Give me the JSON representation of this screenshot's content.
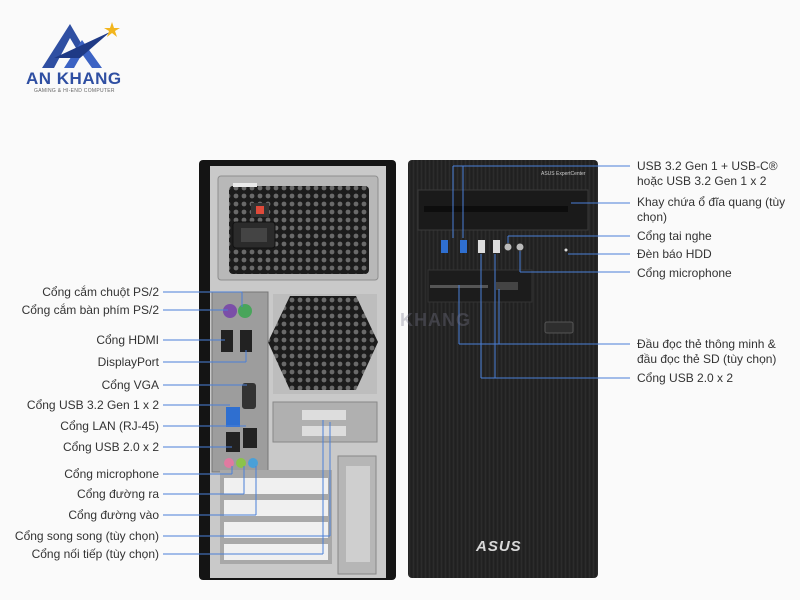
{
  "brand": {
    "name": "AN KHANG",
    "tagline": "GAMING & HI-END COMPUTER",
    "colors": {
      "primary": "#2f4fa2",
      "star": "#f2b51d"
    }
  },
  "device": {
    "front_logo": "ASUS",
    "front_model": "ASUS ExpertCenter",
    "watermark": "KHANG"
  },
  "labels_left": [
    {
      "text": "Cổng cắm chuột PS/2"
    },
    {
      "text": "Cổng cắm bàn phím PS/2"
    },
    {
      "text": "Cổng HDMI"
    },
    {
      "text": "DisplayPort"
    },
    {
      "text": "Cổng VGA"
    },
    {
      "text": "Cổng USB 3.2 Gen 1 x 2"
    },
    {
      "text": "Cổng LAN (RJ-45)"
    },
    {
      "text": "Cổng USB 2.0 x 2"
    },
    {
      "text": "Cổng microphone"
    },
    {
      "text": "Cổng đường ra"
    },
    {
      "text": "Cổng đường vào"
    },
    {
      "text": "Cổng song song (tùy chọn)"
    },
    {
      "text": "Cổng nối tiếp (tùy chọn)"
    }
  ],
  "labels_right": [
    {
      "line1": "USB 3.2 Gen 1 + USB-C®",
      "line2": "hoặc USB 3.2 Gen 1 x 2"
    },
    {
      "line1": "Khay chứa ổ đĩa quang (tùy",
      "line2": "chọn)"
    },
    {
      "line1": "Cổng tai nghe",
      "line2": ""
    },
    {
      "line1": "Đèn báo HDD",
      "line2": ""
    },
    {
      "line1": "Cổng microphone",
      "line2": ""
    },
    {
      "line1": "Đầu đọc thẻ thông minh &",
      "line2": "đầu đọc thẻ SD (tùy chọn)"
    },
    {
      "line1": "Cổng USB 2.0 x 2",
      "line2": ""
    }
  ]
}
